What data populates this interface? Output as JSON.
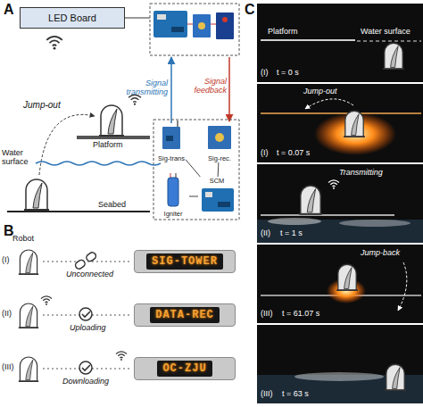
{
  "diagram": {
    "nodes": [
      {
        "text": [
          "LED Board"
        ]
      },
      {
        "text": [
          "Sig-trans"
        ]
      },
      {
        "text": [
          "Sig-rec."
        ]
      },
      {
        "text": [
          "Igniter"
        ]
      },
      {
        "text": [
          "SCM"
        ]
      },
      {
        "text": [
          "SIG-TOWER"
        ]
      },
      {
        "text": [
          "DATA-REC"
        ]
      },
      {
        "text": [
          "OC-ZJU"
        ]
      }
    ],
    "edges": [
      {
        "from": 4,
        "to": 1,
        "arrow": "none"
      },
      {
        "from": 4,
        "to": 2,
        "arrow": "none"
      },
      {
        "from": 4,
        "to": 3,
        "arrow": "none"
      }
    ],
    "labels": [
      "A",
      "Signal transmitting",
      "Signal feedback",
      "Jump-out",
      "Platform",
      "Water surface",
      "Seabed",
      "B",
      "Robot",
      "(I)",
      "Unconnected",
      "(II)",
      "Uploading",
      "(III)",
      "Downloading",
      "C",
      "Platform",
      "Water surface",
      "(I)",
      "t = 0 s",
      "(I)",
      "Jump-out",
      "t = 0.07 s",
      "(II)",
      "Transmitting",
      "t = 1 s",
      "(III)",
      "Jump-back",
      "t = 61.07 s",
      "(III)",
      "t = 63 s"
    ]
  }
}
